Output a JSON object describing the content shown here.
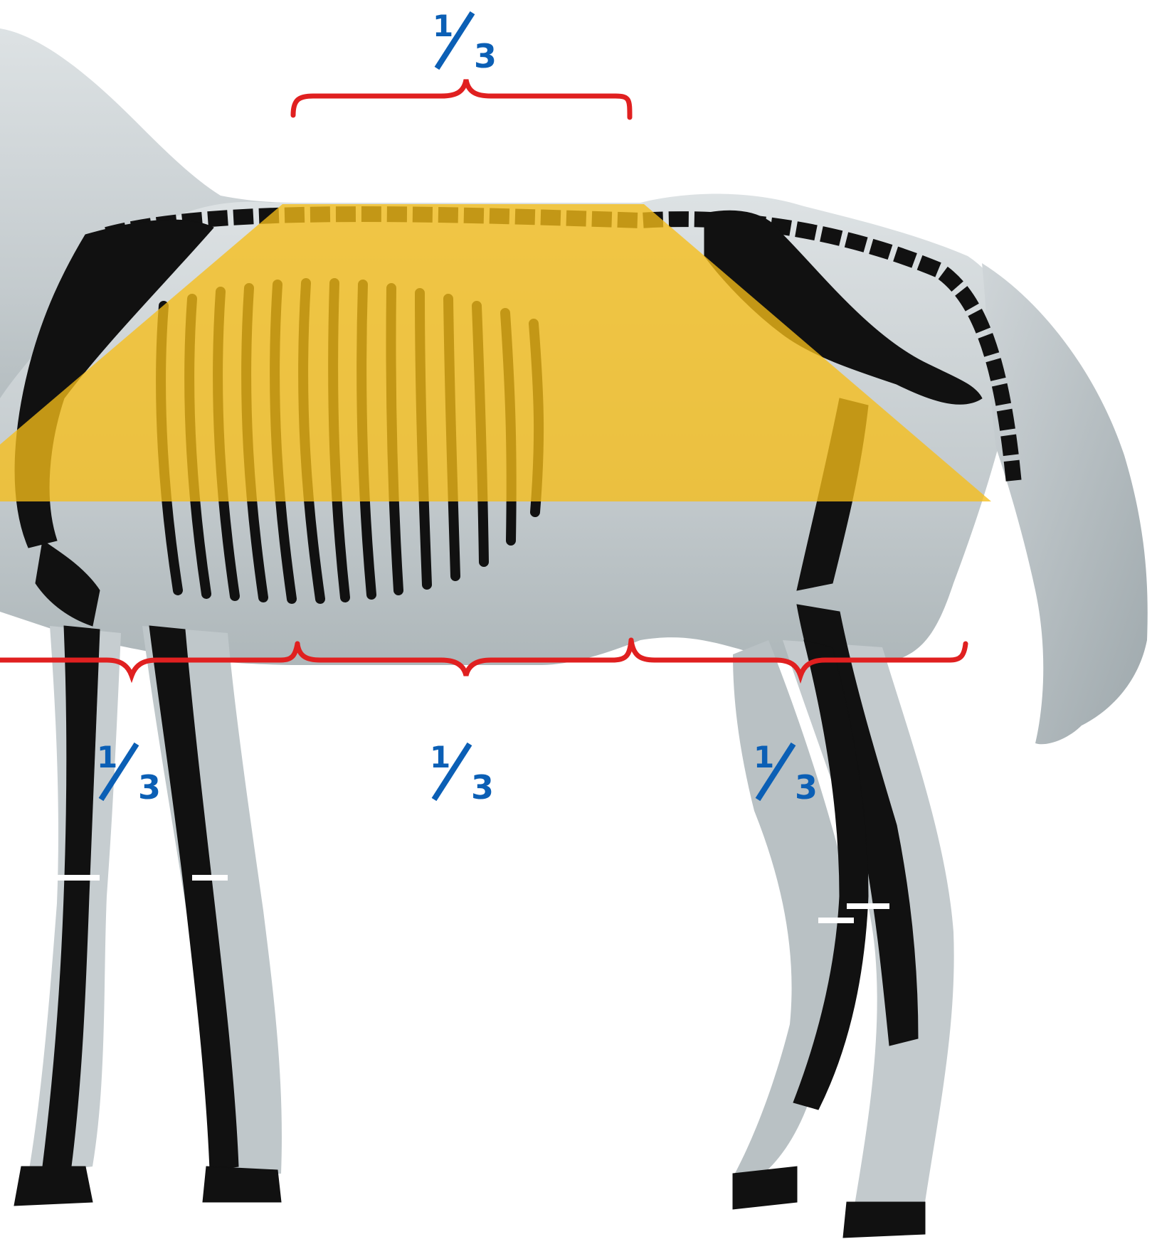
{
  "colors": {
    "background": "#ffffff",
    "horse_body": "#c9d0d3",
    "horse_shade": "#9aa4a8",
    "skeleton": "#111111",
    "overlay": "#f6be18",
    "brace": "#e02020",
    "label": "#0b5fb5"
  },
  "labels": {
    "top": {
      "num": "1",
      "den": "3"
    },
    "bottom_left": {
      "num": "1",
      "den": "3"
    },
    "bottom_middle": {
      "num": "1",
      "den": "3"
    },
    "bottom_right": {
      "num": "1",
      "den": "3"
    }
  },
  "icons": [
    "horse-skeleton-illustration",
    "curly-brace-icon"
  ]
}
